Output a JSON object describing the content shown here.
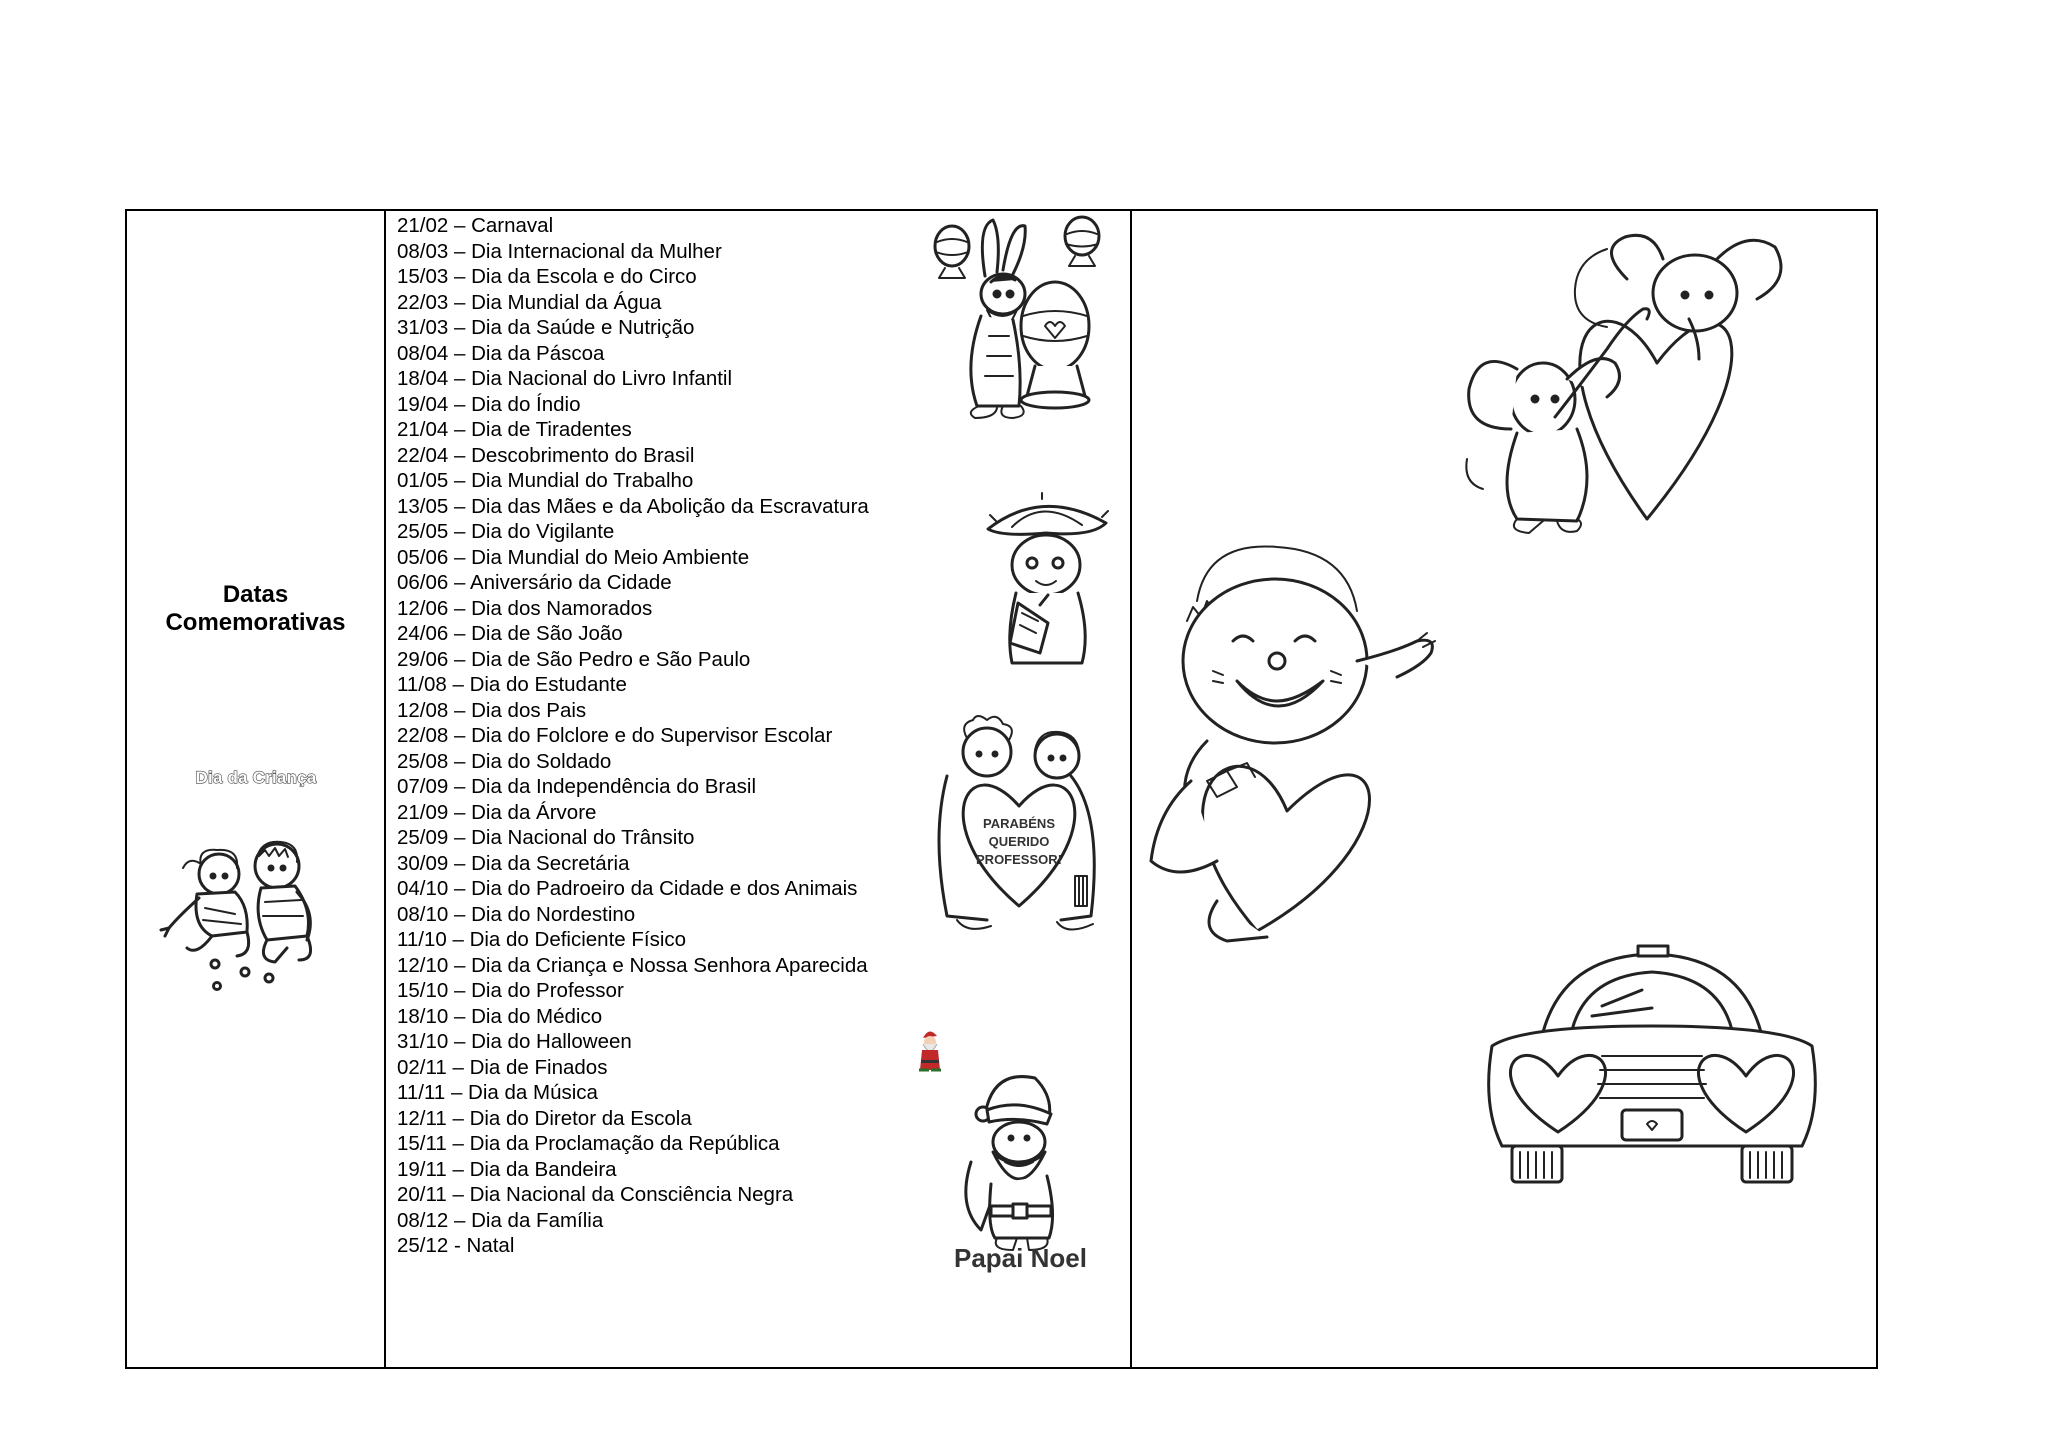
{
  "label": {
    "line1": "Datas",
    "line2": "Comemorativas"
  },
  "crianca_title": "Dia da Criança",
  "papai_noel": "Papai Noel",
  "professor_text": [
    "PARABÉNS",
    "QUERIDO",
    "PROFESSOR!"
  ],
  "dates": [
    "21/02 – Carnaval",
    "08/03 – Dia Internacional da Mulher",
    "15/03 – Dia da Escola e do Circo",
    "22/03 – Dia Mundial da Água",
    "31/03 – Dia da Saúde e Nutrição",
    "08/04 – Dia da Páscoa",
    "18/04 – Dia Nacional do Livro Infantil",
    "19/04 – Dia do Índio",
    "21/04 – Dia de Tiradentes",
    "22/04 – Descobrimento do Brasil",
    "01/05 – Dia Mundial do Trabalho",
    "13/05 – Dia das Mães e da Abolição da Escravatura",
    "25/05 – Dia do Vigilante",
    "05/06 – Dia Mundial do Meio Ambiente",
    "06/06 – Aniversário da Cidade",
    "12/06 – Dia dos Namorados",
    "24/06 – Dia de São João",
    "29/06 – Dia de São Pedro e São Paulo",
    "11/08 – Dia do Estudante",
    "12/08 – Dia dos Pais",
    "22/08 – Dia do Folclore e do Supervisor Escolar",
    "25/08 – Dia do Soldado",
    "07/09 – Dia da Independência do Brasil",
    "21/09 – Dia da Árvore",
    "25/09 – Dia Nacional do Trânsito",
    "30/09 – Dia da Secretária",
    "04/10 – Dia do Padroeiro da Cidade e dos Animais",
    "08/10 – Dia do Nordestino",
    "11/10 – Dia do Deficiente Físico",
    "12/10 – Dia da Criança e Nossa Senhora Aparecida",
    "15/10 – Dia do Professor",
    "18/10 – Dia do Médico",
    "31/10 – Dia do Halloween",
    "02/11 – Dia de Finados",
    "11/11 – Dia da Música",
    "12/11 – Dia do Diretor da Escola",
    "15/11 – Dia da Proclamação da República",
    "19/11 – Dia da Bandeira",
    "20/11 – Dia Nacional da Consciência Negra",
    "08/12 – Dia da Família",
    "25/12 - Natal"
  ]
}
